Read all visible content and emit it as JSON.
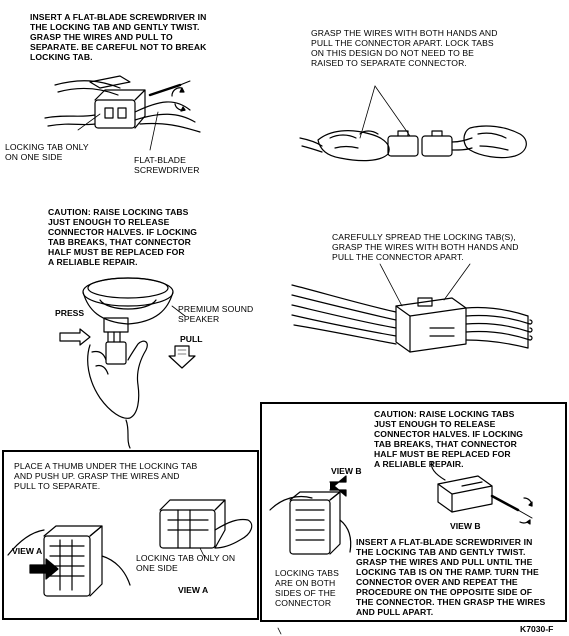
{
  "panel1": {
    "instruction": "INSERT A FLAT-BLADE SCREWDRIVER IN\nTHE LOCKING TAB AND GENTLY TWIST.\nGRASP THE WIRES AND PULL TO\nSEPARATE. BE CAREFUL NOT TO BREAK\nLOCKING TAB.",
    "label_tab": "LOCKING TAB ONLY\nON ONE SIDE",
    "label_driver": "FLAT-BLADE\nSCREWDRIVER"
  },
  "panel2": {
    "instruction": "GRASP THE WIRES WITH BOTH HANDS AND\nPULL THE CONNECTOR APART. LOCK TABS\nON THIS DESIGN DO NOT NEED TO BE\nRAISED TO SEPARATE CONNECTOR."
  },
  "panel3": {
    "caution": "CAUTION: RAISE LOCKING TABS\nJUST ENOUGH TO RELEASE\nCONNECTOR HALVES. IF LOCKING\nTAB BREAKS, THAT CONNECTOR\nHALF MUST BE REPLACED FOR\nA RELIABLE REPAIR.",
    "label_speaker": "PREMIUM SOUND\nSPEAKER",
    "label_press": "PRESS",
    "label_pull": "PULL"
  },
  "panel4": {
    "instruction": "CAREFULLY SPREAD THE LOCKING TAB(S),\nGRASP THE WIRES WITH BOTH HANDS AND\nPULL THE CONNECTOR APART."
  },
  "panel5": {
    "instruction": "PLACE A THUMB UNDER THE LOCKING TAB\nAND PUSH UP. GRASP THE WIRES AND\nPULL TO SEPARATE.",
    "label_view_a_left": "VIEW A",
    "label_tab": "LOCKING TAB ONLY ON\nONE SIDE",
    "label_view_a_right": "VIEW A"
  },
  "panel6": {
    "caution": "CAUTION: RAISE LOCKING TABS\nJUST ENOUGH TO RELEASE\nCONNECTOR HALVES. IF LOCKING\nTAB BREAKS, THAT CONNECTOR\nHALF MUST BE REPLACED FOR\nA RELIABLE REPAIR.",
    "label_view_b_left": "VIEW B",
    "label_view_b_right": "VIEW B",
    "label_tabs": "LOCKING TABS\nARE ON BOTH\nSIDES OF THE\nCONNECTOR",
    "instruction": "INSERT A FLAT-BLADE SCREWDRIVER IN\nTHE LOCKING TAB AND GENTLY TWIST.\nGRASP THE WIRES AND PULL UNTIL THE\nLOCKING TAB IS ON THE RAMP. TURN THE\nCONNECTOR OVER AND REPEAT THE\nPROCEDURE ON THE OPPOSITE SIDE OF\nTHE CONNECTOR. THEN GRASP THE WIRES\nAND PULL APART."
  },
  "figure_id": "K7030-F"
}
